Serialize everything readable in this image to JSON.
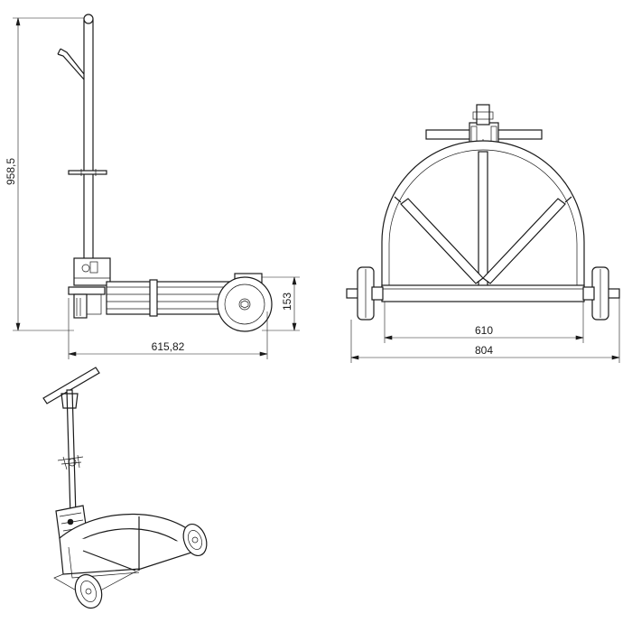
{
  "dimensions": {
    "side_height": "958,5",
    "side_length": "615,82",
    "wheel_height": "153",
    "front_inner_width": "610",
    "front_outer_width": "804"
  }
}
